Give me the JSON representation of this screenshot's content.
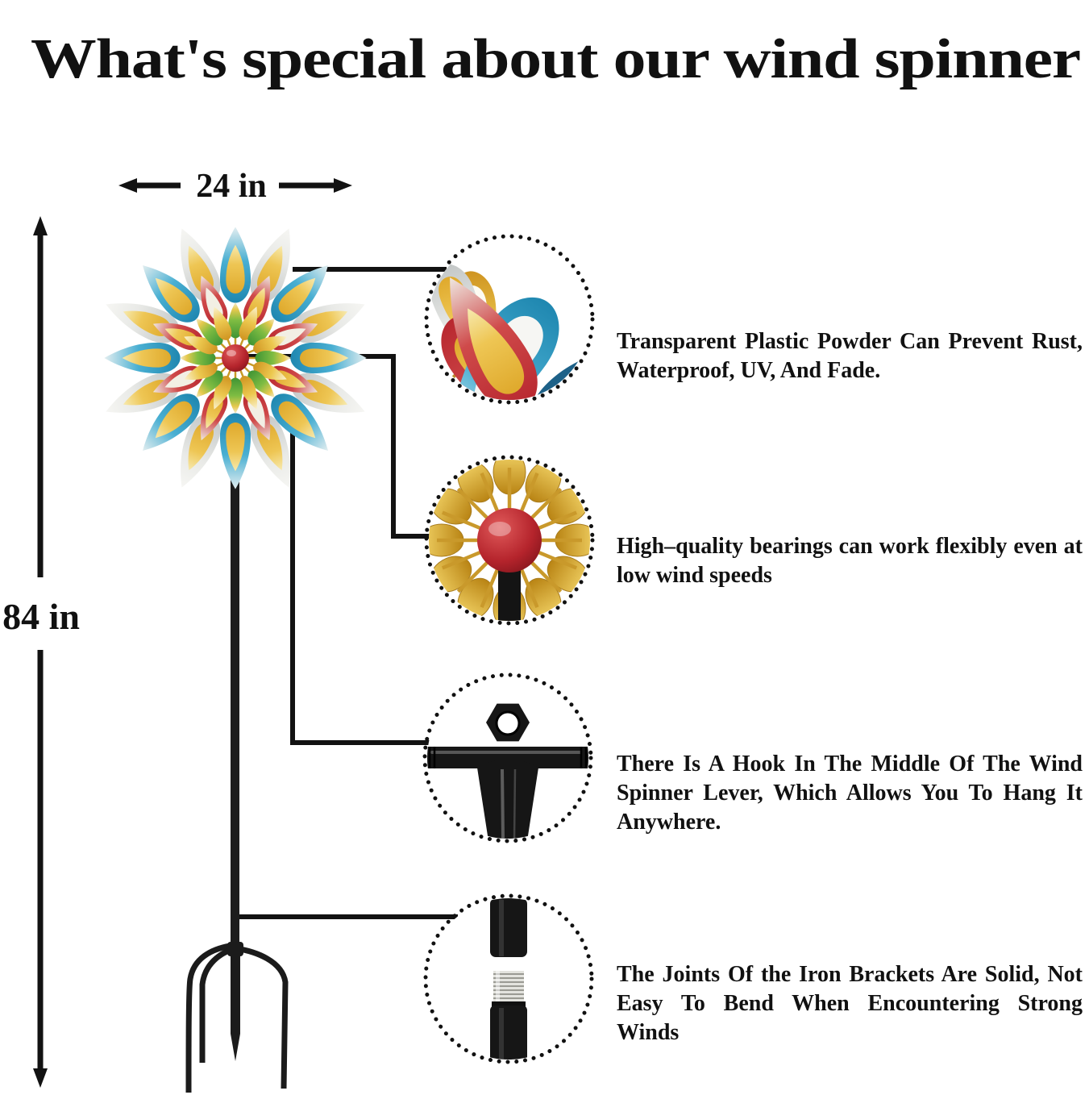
{
  "title": "What's special about our wind spinner",
  "dimensions": {
    "width_label": "24 in",
    "height_label": "84 in"
  },
  "features": [
    {
      "id": "coating",
      "text": "Transparent Plastic Powder Can Prevent Rust, Waterproof, UV, And Fade."
    },
    {
      "id": "bearings",
      "text": "High–quality bearings can work flexibly even at low wind speeds"
    },
    {
      "id": "hook",
      "text": "There Is A Hook In The Middle Of The Wind Spinner Lever, Which Allows You To Hang It Anywhere."
    },
    {
      "id": "joints",
      "text": "The Joints Of the Iron Brackets Are Solid, Not Easy To Bend When Encountering Strong Winds"
    }
  ],
  "colors": {
    "text": "#111111",
    "line": "#121212",
    "petal_blue": "#2f9fc4",
    "petal_red": "#c2333c",
    "petal_gold": "#e0a92e",
    "petal_green": "#46a23c",
    "petal_silver": "#e7e7e3",
    "center_ball_red": "#b02430",
    "metal_black": "#181818"
  }
}
